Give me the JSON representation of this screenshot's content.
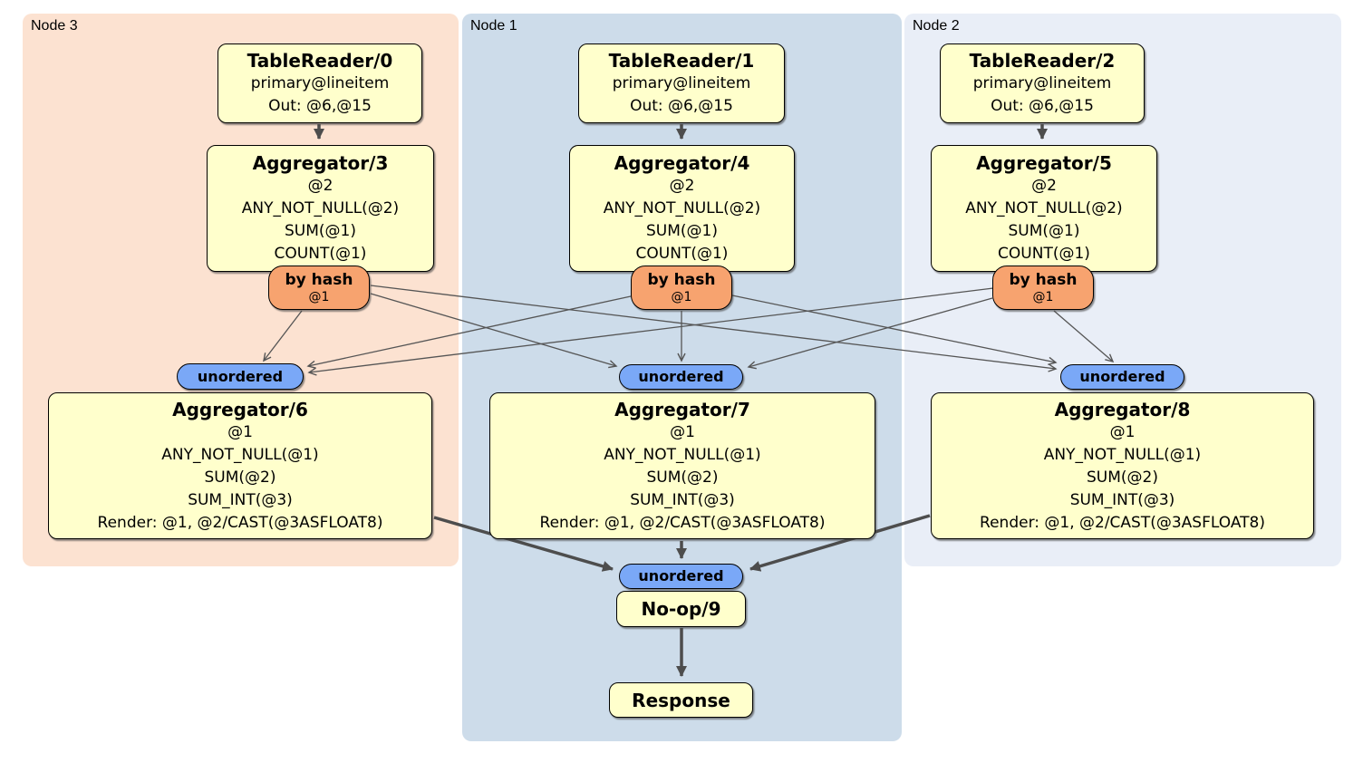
{
  "panels": [
    {
      "label": "Node 3"
    },
    {
      "label": "Node 1"
    },
    {
      "label": "Node 2"
    }
  ],
  "columns": [
    {
      "reader": {
        "title": "TableReader/0",
        "lines": [
          "primary@lineitem",
          "Out: @6,@15"
        ]
      },
      "aggregator_top": {
        "title": "Aggregator/3",
        "lines": [
          "@2",
          "ANY_NOT_NULL(@2)",
          "SUM(@1)",
          "COUNT(@1)"
        ]
      },
      "router": {
        "label": "by hash",
        "key": "@1"
      },
      "sync": "unordered",
      "aggregator_bottom": {
        "title": "Aggregator/6",
        "lines": [
          "@1",
          "ANY_NOT_NULL(@1)",
          "SUM(@2)",
          "SUM_INT(@3)",
          "Render: @1, @2/CAST(@3ASFLOAT8)"
        ]
      }
    },
    {
      "reader": {
        "title": "TableReader/1",
        "lines": [
          "primary@lineitem",
          "Out: @6,@15"
        ]
      },
      "aggregator_top": {
        "title": "Aggregator/4",
        "lines": [
          "@2",
          "ANY_NOT_NULL(@2)",
          "SUM(@1)",
          "COUNT(@1)"
        ]
      },
      "router": {
        "label": "by hash",
        "key": "@1"
      },
      "sync": "unordered",
      "aggregator_bottom": {
        "title": "Aggregator/7",
        "lines": [
          "@1",
          "ANY_NOT_NULL(@1)",
          "SUM(@2)",
          "SUM_INT(@3)",
          "Render: @1, @2/CAST(@3ASFLOAT8)"
        ]
      }
    },
    {
      "reader": {
        "title": "TableReader/2",
        "lines": [
          "primary@lineitem",
          "Out: @6,@15"
        ]
      },
      "aggregator_top": {
        "title": "Aggregator/5",
        "lines": [
          "@2",
          "ANY_NOT_NULL(@2)",
          "SUM(@1)",
          "COUNT(@1)"
        ]
      },
      "router": {
        "label": "by hash",
        "key": "@1"
      },
      "sync": "unordered",
      "aggregator_bottom": {
        "title": "Aggregator/8",
        "lines": [
          "@1",
          "ANY_NOT_NULL(@1)",
          "SUM(@2)",
          "SUM_INT(@3)",
          "Render: @1, @2/CAST(@3ASFLOAT8)"
        ]
      }
    }
  ],
  "final": {
    "sync": "unordered",
    "noop": "No-op/9",
    "response": "Response"
  },
  "colors": {
    "node3_bg": "#fce2d1",
    "node1_bg": "#cddcea",
    "node2_bg": "#e9eef7",
    "processor_bg": "#ffffcc",
    "router_bg": "#f7a36f",
    "sync_bg": "#7aa8f7",
    "edge": "#555555"
  }
}
